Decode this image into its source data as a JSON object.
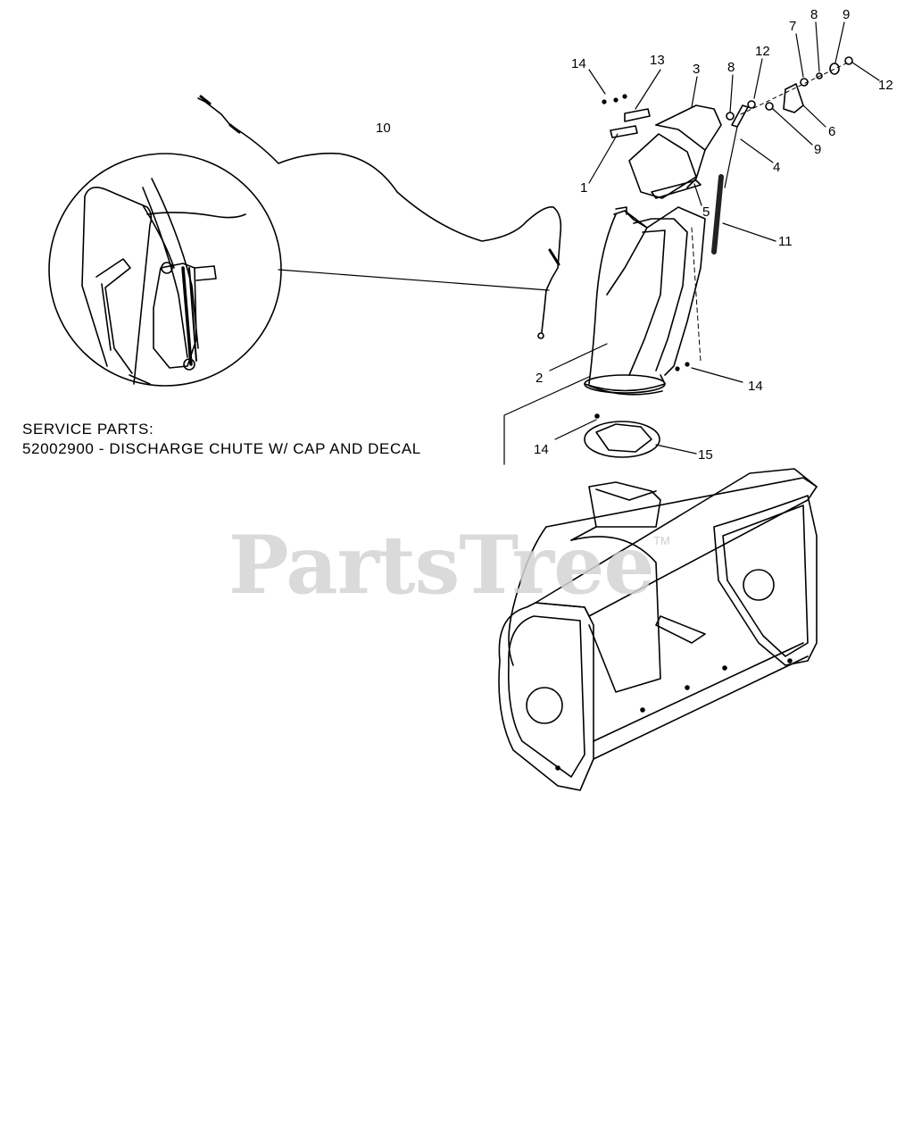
{
  "callouts": [
    {
      "id": "c14a",
      "label": "14"
    },
    {
      "id": "c13",
      "label": "13"
    },
    {
      "id": "c3",
      "label": "3"
    },
    {
      "id": "c8a",
      "label": "8"
    },
    {
      "id": "c12a",
      "label": "12"
    },
    {
      "id": "c7",
      "label": "7"
    },
    {
      "id": "c8b",
      "label": "8"
    },
    {
      "id": "c9a",
      "label": "9"
    },
    {
      "id": "c12b",
      "label": "12"
    },
    {
      "id": "c6",
      "label": "6"
    },
    {
      "id": "c9b",
      "label": "9"
    },
    {
      "id": "c4",
      "label": "4"
    },
    {
      "id": "c1",
      "label": "1"
    },
    {
      "id": "c5",
      "label": "5"
    },
    {
      "id": "c11",
      "label": "11"
    },
    {
      "id": "c10",
      "label": "10"
    },
    {
      "id": "c2",
      "label": "2"
    },
    {
      "id": "c14b",
      "label": "14"
    },
    {
      "id": "c14c",
      "label": "14"
    },
    {
      "id": "c15",
      "label": "15"
    }
  ],
  "service_parts": {
    "heading": "SERVICE PARTS:",
    "line": "52002900 - DISCHARGE CHUTE W/ CAP AND DECAL"
  },
  "watermark": {
    "text": "PartsTree",
    "tm": "TM"
  }
}
